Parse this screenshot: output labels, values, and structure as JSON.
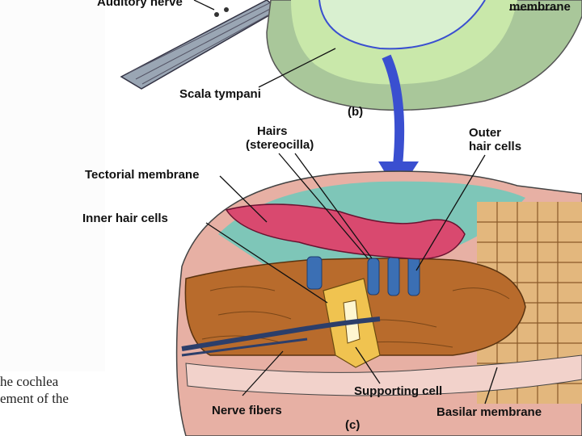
{
  "labels": {
    "auditory_nerve": "Auditory nerve",
    "membrane_top": "membrane",
    "scala_tympani": "Scala tympani",
    "panel_b": "(b)",
    "hairs_line1": "Hairs",
    "hairs_line2": "(stereocilla)",
    "outer_line1": "Outer",
    "outer_line2": "hair cells",
    "tectorial": "Tectorial membrane",
    "inner_hair": "Inner hair cells",
    "supporting": "Supporting cell",
    "nerve_fibers": "Nerve fibers",
    "basilar": "Basilar membrane",
    "panel_c": "(c)"
  },
  "background_text": {
    "line1": "he cochlea",
    "line2": "ement of the"
  },
  "colors": {
    "tectorial": "#d9496f",
    "fluid": "#7ec6b8",
    "tissue_brown": "#b86b2c",
    "cell_tan": "#e3b77d",
    "basilar_pink": "#e7b0a4",
    "arrow_blue": "#3a4fd0",
    "scala_green": "#b8dd96",
    "hair_blue": "#3b6fb4"
  }
}
